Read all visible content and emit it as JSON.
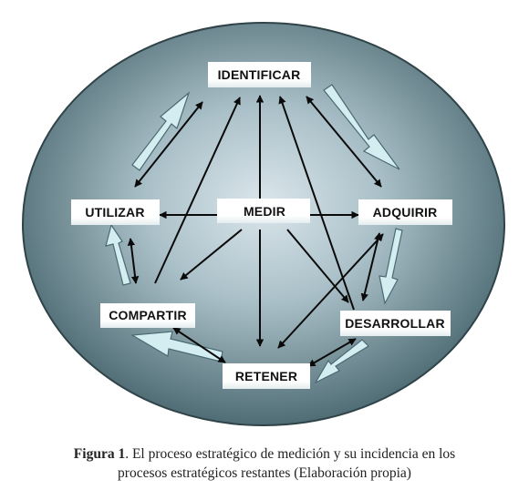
{
  "diagram": {
    "nodes": {
      "identificar": "IDENTIFICAR",
      "medir": "MEDIR",
      "utilizar": "UTILIZAR",
      "adquirir": "ADQUIRIR",
      "compartir": "COMPARTIR",
      "desarrollar": "DESARROLLAR",
      "retener": "RETENER"
    },
    "colors": {
      "ellipse_center": "#dbe6ec",
      "ellipse_edge": "#4f6c74",
      "ellipse_stroke": "#2f4348",
      "block_arrow_fill": "#d3edf1",
      "block_arrow_stroke": "#4a6a72",
      "line_arrow": "#0a0a0a",
      "label_box": "#ffffff"
    }
  },
  "caption": {
    "label": "Figura 1",
    "text_line1": ". El proceso estratégico de medición y su incidencia en los",
    "text_line2": "procesos estratégicos restantes (Elaboración propia)"
  }
}
